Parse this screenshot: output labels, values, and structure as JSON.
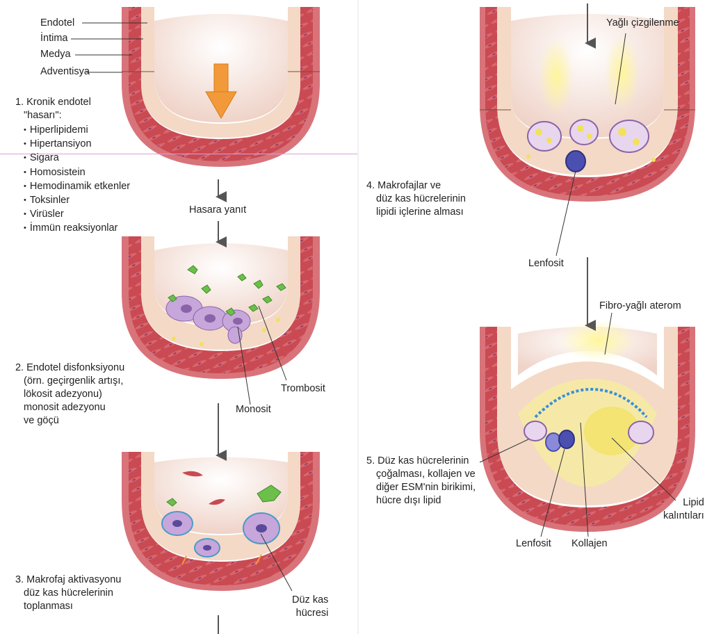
{
  "layers": {
    "endothelium": "Endotel",
    "intima": "İntima",
    "media": "Medya",
    "adventitia": "Adventisya"
  },
  "step1": {
    "title": [
      "1. Kronik endotel",
      "\"hasarı\":"
    ],
    "causes": [
      "Hiperlipidemi",
      "Hipertansiyon",
      "Sigara",
      "Homosistein",
      "Hemodinamik etkenler",
      "Toksinler",
      "Virüsler",
      "İmmün reaksiyonlar"
    ]
  },
  "response": "Hasara yanıt",
  "step2": {
    "title": [
      "2. Endotel disfonksiyonu",
      "(örn. geçirgenlik artışı,",
      "lökosit adezyonu)",
      "monosit adezyonu",
      "ve göçü"
    ],
    "monocyte": "Monosit",
    "platelet": "Trombosit"
  },
  "step3": {
    "title": [
      "3. Makrofaj aktivasyonu",
      "düz kas hücrelerinin",
      "toplanması"
    ],
    "smooth_muscle": [
      "Düz kas",
      "hücresi"
    ]
  },
  "step4": {
    "title": [
      "4. Makrofajlar ve",
      "düz kas hücrelerinin",
      "lipidi içlerine alması"
    ],
    "fatty_streak": "Yağlı çizgilenme",
    "lymphocyte": "Lenfosit"
  },
  "step5": {
    "title": [
      "5. Düz kas hücrelerinin",
      "çoğalması, kollajen ve",
      "diğer ESM'nin birikimi,",
      "hücre dışı lipid"
    ],
    "atheroma": "Fibro-yağlı aterom",
    "lymphocyte": "Lenfosit",
    "collagen": "Kollajen",
    "lipid_debris": [
      "Lipid",
      "kalıntıları"
    ]
  },
  "colors": {
    "adventitia": "#d9737a",
    "media": "#c94a52",
    "intima": "#f3d9c6",
    "lumen": "#f5e6dc",
    "highlight_arrow": "#f29a3a",
    "platelet": "#6cbf4a",
    "monocyte": "#c7a6dc",
    "lipid": "#f2e15c",
    "collagen": "#3a8fd6",
    "lymphocyte": "#4b4fb0"
  }
}
